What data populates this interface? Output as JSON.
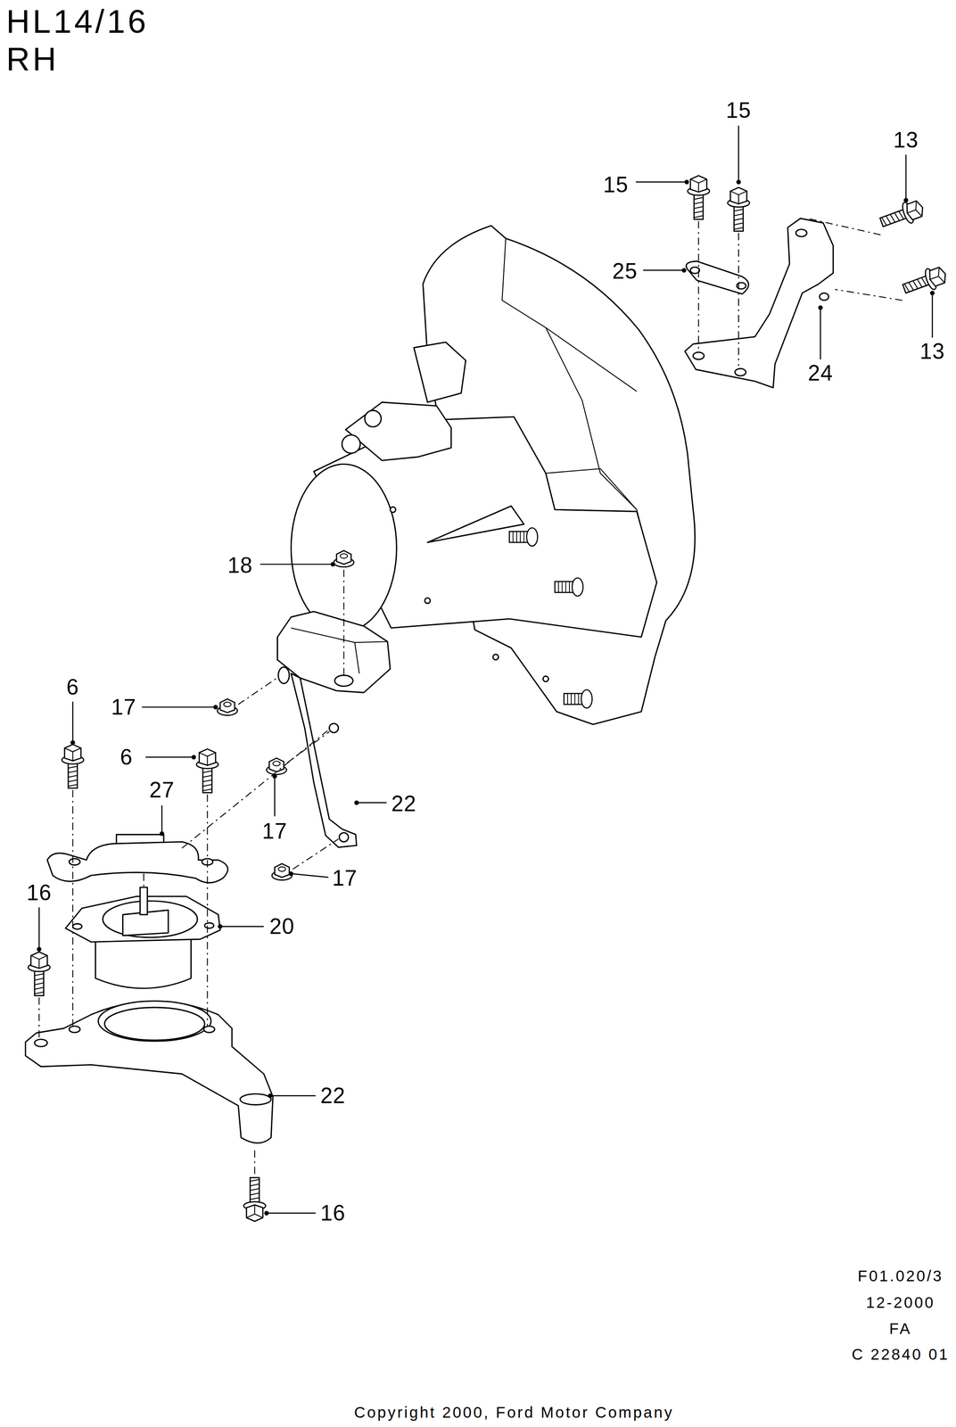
{
  "diagram": {
    "title": "HL14/16 RH",
    "labels": [
      "15",
      "15",
      "13",
      "25",
      "24",
      "13",
      "18",
      "6",
      "17",
      "6",
      "22",
      "27",
      "17",
      "17",
      "16",
      "20",
      "22",
      "16",
      "F01.020/3",
      "12-2000",
      "FA",
      "C 22840 01",
      "Copyright 2000, Ford Motor Company"
    ]
  }
}
